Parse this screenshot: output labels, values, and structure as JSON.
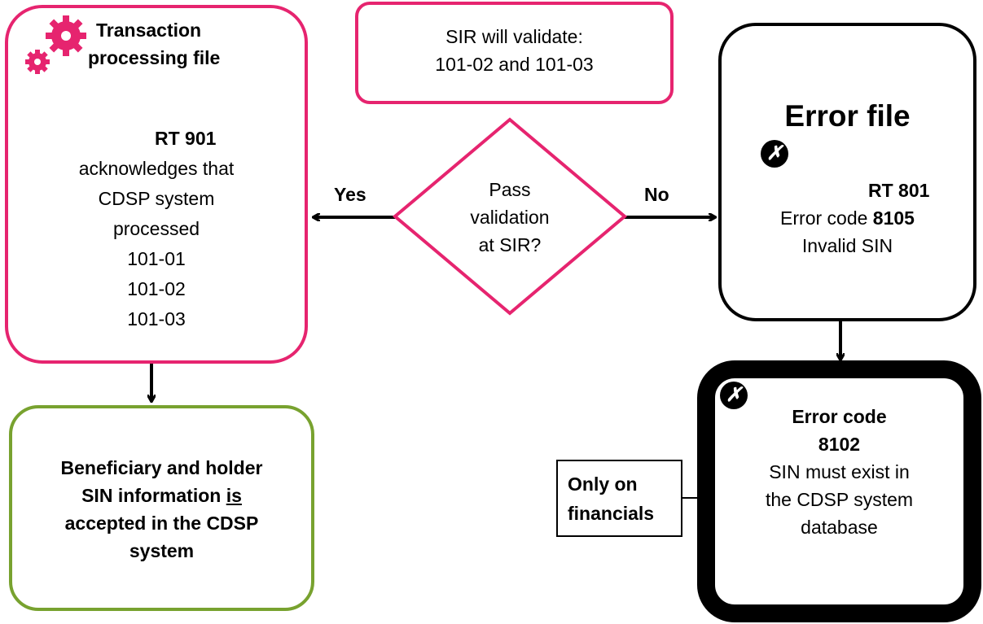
{
  "colors": {
    "pink": "#e6246f",
    "green": "#78a22f",
    "black": "#000000"
  },
  "validate_box": {
    "line1": "SIR will validate:",
    "line2": "101-02 and 101-03"
  },
  "decision": {
    "line1": "Pass",
    "line2": "validation",
    "line3": "at SIR?"
  },
  "yes_label": "Yes",
  "no_label": "No",
  "transaction_box": {
    "icon": "gears-icon",
    "title_line1": "Transaction",
    "title_line2": "processing file",
    "rt": "RT 901",
    "lines": [
      "acknowledges that",
      "CDSP system",
      "processed",
      "101-01",
      "101-02",
      "101-03"
    ]
  },
  "accepted_box": {
    "line1": "Beneficiary and holder",
    "line2_pre": "SIN information ",
    "line2_u": "is",
    "line3": "accepted in the CDSP",
    "line4": "system"
  },
  "error_box": {
    "title": "Error file",
    "icon": "x-icon",
    "rt": "RT 801",
    "code_pre": "Error code ",
    "code": "8105",
    "desc": "Invalid SIN"
  },
  "error2_box": {
    "icon": "x-icon",
    "title_line1": "Error code",
    "title_line2": "8102",
    "lines": [
      "SIN must exist in",
      "the CDSP system",
      "database"
    ]
  },
  "financials_note": {
    "line1": "Only on",
    "line2": "financials"
  }
}
